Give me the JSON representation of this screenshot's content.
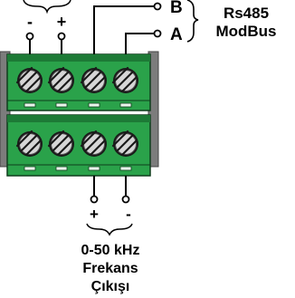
{
  "diagram": {
    "top_pins": {
      "minus": "-",
      "plus": "+"
    },
    "rs485": {
      "pin_b": "B",
      "pin_a": "A",
      "title": "Rs485",
      "subtitle": "ModBus"
    },
    "bottom_pins": {
      "plus": "+",
      "minus": "-"
    },
    "output": {
      "line1": "0-50 kHz",
      "line2": "Frekans",
      "line3": "Çıkışı"
    },
    "colors": {
      "terminal_green": "#2aa24a",
      "terminal_dark": "#1d7a36",
      "screw_face": "#d6d6d6",
      "rail_grey": "#7c7c7c",
      "wire": "#000000"
    }
  }
}
